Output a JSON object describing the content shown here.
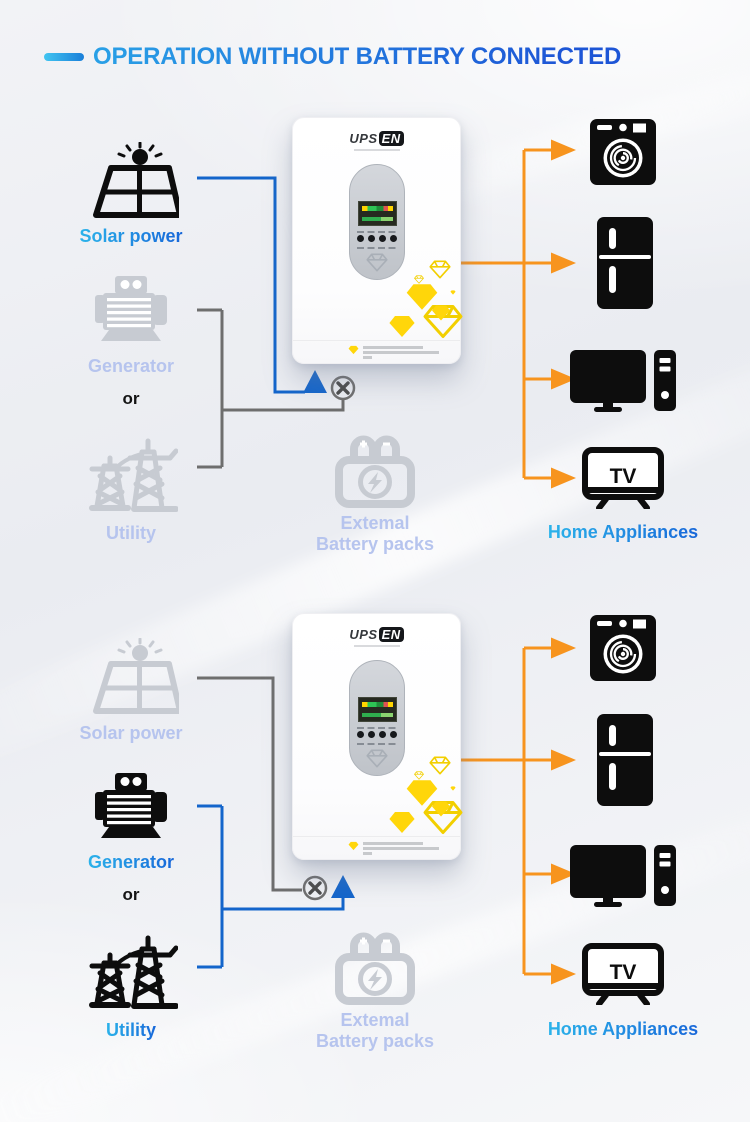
{
  "title": {
    "text": "OPERATION WITHOUT BATTERY CONNECTED"
  },
  "brand": {
    "left": "UPS",
    "right": "EN"
  },
  "icons": {
    "tv_text": "TV"
  },
  "colors": {
    "title_gradient_start": "#29a0e6",
    "title_gradient_end": "#1d55d6",
    "active_label_gradient_start": "#2bb3ea",
    "active_label_gradient_end": "#1767d9",
    "faded_label": "#b6c4ee",
    "line_blue": "#1365cb",
    "line_gray": "#6e6e6e",
    "line_orange": "#f7941e",
    "icon_black": "#0d0d0d",
    "icon_faded": "#c7cbd2",
    "gem_yellow": "#ffd60a"
  },
  "scenario_solar": {
    "active_source": "solar",
    "solar_label": "Solar power",
    "generator_label": "Generator",
    "or_label": "or",
    "utility_label": "Utility",
    "battery_label_line1": "Extemal",
    "battery_label_line2": "Battery packs",
    "appliances_label": "Home Appliances"
  },
  "scenario_grid": {
    "active_source": "generator-utility",
    "solar_label": "Solar power",
    "generator_label": "Generator",
    "or_label": "or",
    "utility_label": "Utility",
    "battery_label_line1": "Extemal",
    "battery_label_line2": "Battery packs",
    "appliances_label": "Home Appliances"
  }
}
